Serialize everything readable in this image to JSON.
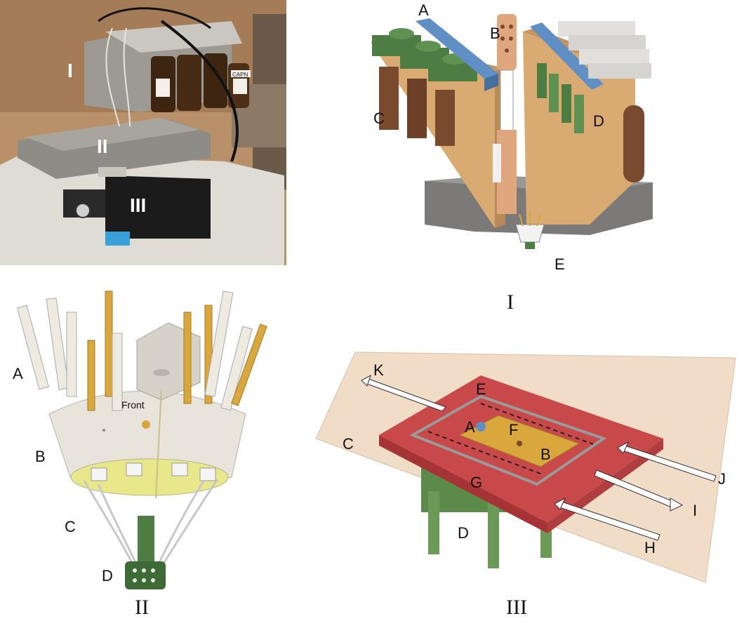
{
  "photo": {
    "labels": [
      "I",
      "II",
      "III"
    ],
    "bottle_text": "CAPN"
  },
  "panel_I": {
    "caption": "I",
    "labels": {
      "a": "A",
      "b": "B",
      "c": "C",
      "d": "D",
      "e": "E"
    }
  },
  "panel_II": {
    "caption": "II",
    "labels": {
      "a": "A",
      "b": "B",
      "c": "C",
      "d": "D"
    },
    "front_text": "Front"
  },
  "panel_III": {
    "caption": "III",
    "labels": {
      "a": "A",
      "b": "B",
      "c": "C",
      "d": "D",
      "e": "E",
      "f": "F",
      "g": "G",
      "h": "H",
      "i": "I",
      "j": "J",
      "k": "K"
    }
  },
  "colors": {
    "tan": "#d9aa72",
    "blue": "#5f8fc4",
    "green": "#4e7d43",
    "brown": "#7a4a2e",
    "copper": "#e0a77f",
    "red": "#c9484a",
    "gold": "#d9a73c",
    "sheet": "#f1dcc7",
    "cream": "#e8e4dc"
  }
}
